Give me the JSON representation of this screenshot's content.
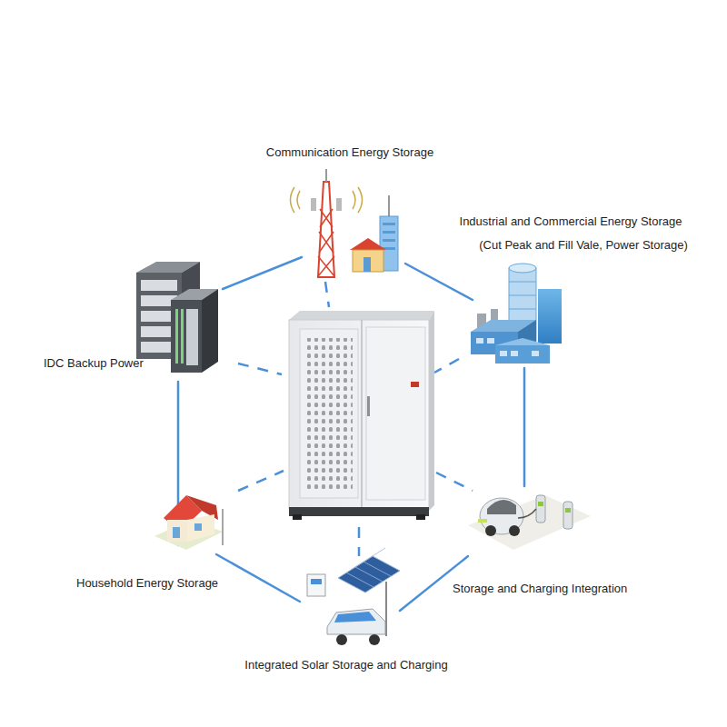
{
  "diagram": {
    "labels": [
      "Communication Energy Storage",
      "Industrial and Commercial Energy Storage",
      "(Cut Peak and Fill Vale, Power Storage)",
      "IDC Backup Power",
      "Household Energy Storage",
      "Storage and Charging Integration",
      "Integrated Solar Storage and Charging"
    ]
  }
}
